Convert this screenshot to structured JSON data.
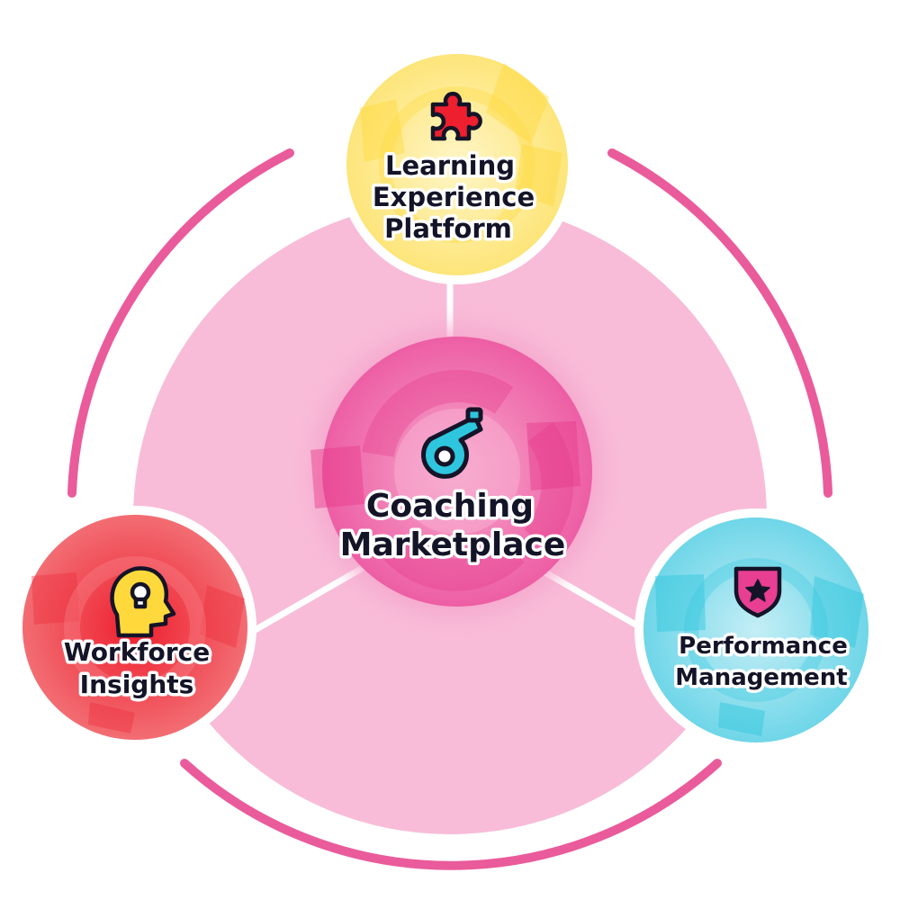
{
  "diagram": {
    "center": {
      "line1": "Coaching",
      "line2": "Marketplace",
      "icon": "whistle-icon",
      "color": "#e83f93"
    },
    "nodes": [
      {
        "id": "learning",
        "lines": [
          "Learning",
          "Experience",
          "Platform"
        ],
        "icon": "puzzle-piece-icon",
        "color": "#ffd93b"
      },
      {
        "id": "workforce",
        "lines": [
          "Workforce",
          "Insights"
        ],
        "icon": "head-lightbulb-icon",
        "color": "#ee2e3b"
      },
      {
        "id": "performance",
        "lines": [
          "Performance",
          "Management"
        ],
        "icon": "shield-star-icon",
        "color": "#2ec6de"
      }
    ],
    "colors": {
      "ring": "#ea5b9b",
      "disc": "#f8bcd8",
      "ink": "#141428"
    }
  }
}
